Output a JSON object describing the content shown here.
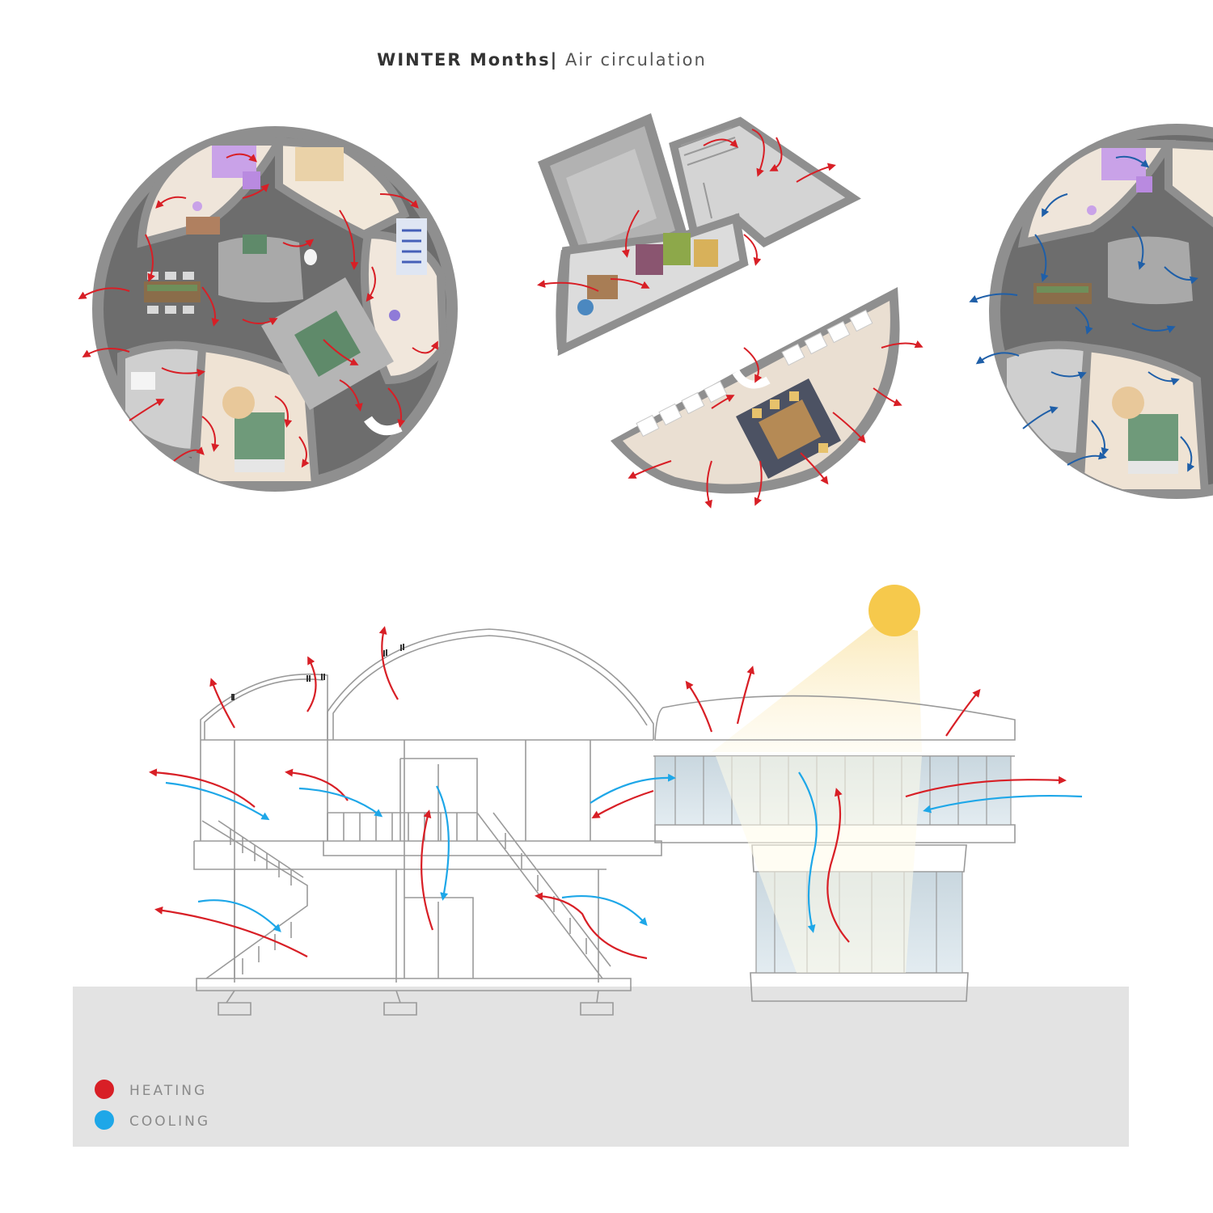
{
  "title": {
    "bold": "WINTER Months|",
    "light": " Air circulation"
  },
  "legend": [
    {
      "label": "HEATING",
      "color": "#d81f26"
    },
    {
      "label": "COOLING",
      "color": "#1ea7e8"
    }
  ],
  "colors": {
    "heating": "#d81f26",
    "cooling": "#1ea7e8",
    "cooling_plan": "#1f5fa8",
    "wall": "#8f8f8f",
    "ground": "#e3e3e3",
    "sun": "#f6c94c"
  }
}
